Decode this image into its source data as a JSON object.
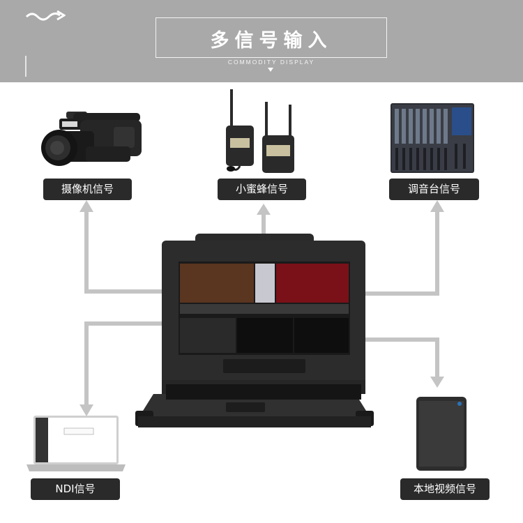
{
  "header": {
    "title": "多信号输入",
    "subtitle": "COMMODITY DISPLAY"
  },
  "inputs": {
    "camera": "摄像机信号",
    "mic": "小蜜蜂信号",
    "mixer": "调音台信号",
    "ndi": "NDI信号",
    "local": "本地视频信号"
  },
  "colors": {
    "banner": "#a9a9a9",
    "label_bg": "#2a2a2a",
    "arrow": "#c4c4c4"
  }
}
